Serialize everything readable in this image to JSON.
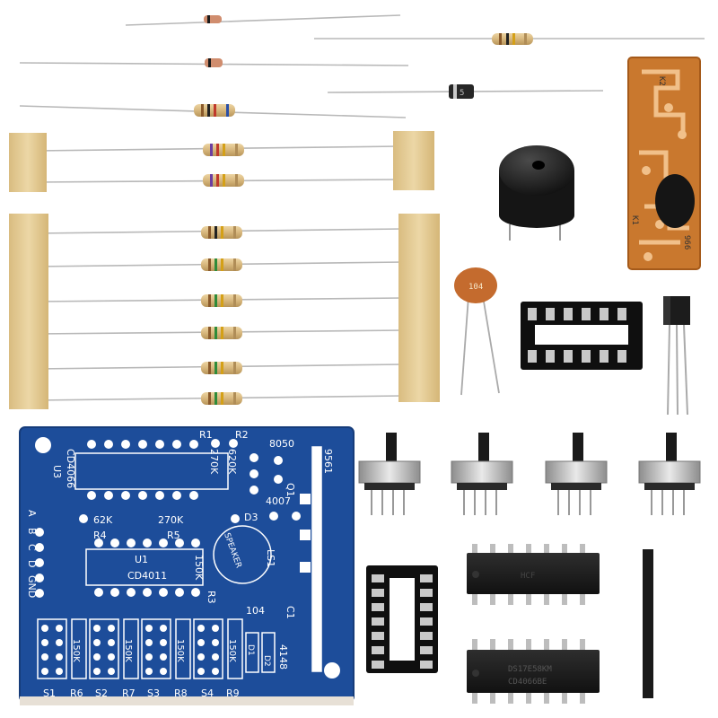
{
  "pcb": {
    "title": "Electronic doorbell DIY kit PCB",
    "labels": {
      "r1": "R1",
      "r2": "R2",
      "q1_8050": "8050",
      "cd4066": "CD4066",
      "u3": "U3",
      "res_270k": "270K",
      "res_620k": "620K",
      "q1": "Q1",
      "diode_4007": "4007",
      "res_62k": "62K",
      "res_270k_b": "270K",
      "d3": "D3",
      "r4": "R4",
      "r5": "R5",
      "u1": "U1",
      "cd4011": "CD4011",
      "res_150k": "150K",
      "r3": "R3",
      "speaker": "SPEAKER",
      "ls1": "LS1",
      "cap_104": "104",
      "c1": "C1",
      "a": "A",
      "b": "B",
      "c": "C",
      "d": "D",
      "gnd": "GND",
      "r6": "R6",
      "r7": "R7",
      "r8": "R8",
      "r9": "R9",
      "s1": "S1",
      "s2": "S2",
      "s3": "S3",
      "s4": "S4",
      "d1": "D1",
      "d2": "D2",
      "diode_4148": "4148",
      "ic_9561": "9561",
      "res_150k_1": "150K",
      "res_150k_2": "150K",
      "res_150k_3": "150K",
      "res_150k_4": "150K"
    }
  },
  "parts": {
    "capacitor_code": "104",
    "diode_1n4007_mark": "5",
    "ic_left_mark": "HCF",
    "ic_right_mark": "DS17E58KM",
    "ic_right_mark2": "CD4066BE",
    "remote_module_marks": [
      "K2",
      "K1",
      "966"
    ]
  },
  "colors": {
    "board": "#1d4d9a",
    "silk": "#ffffff",
    "tape": "#e3c98f",
    "resistor_body": "#d8b982",
    "wire": "#b8b8b8",
    "ic": "#1e1e1e"
  }
}
